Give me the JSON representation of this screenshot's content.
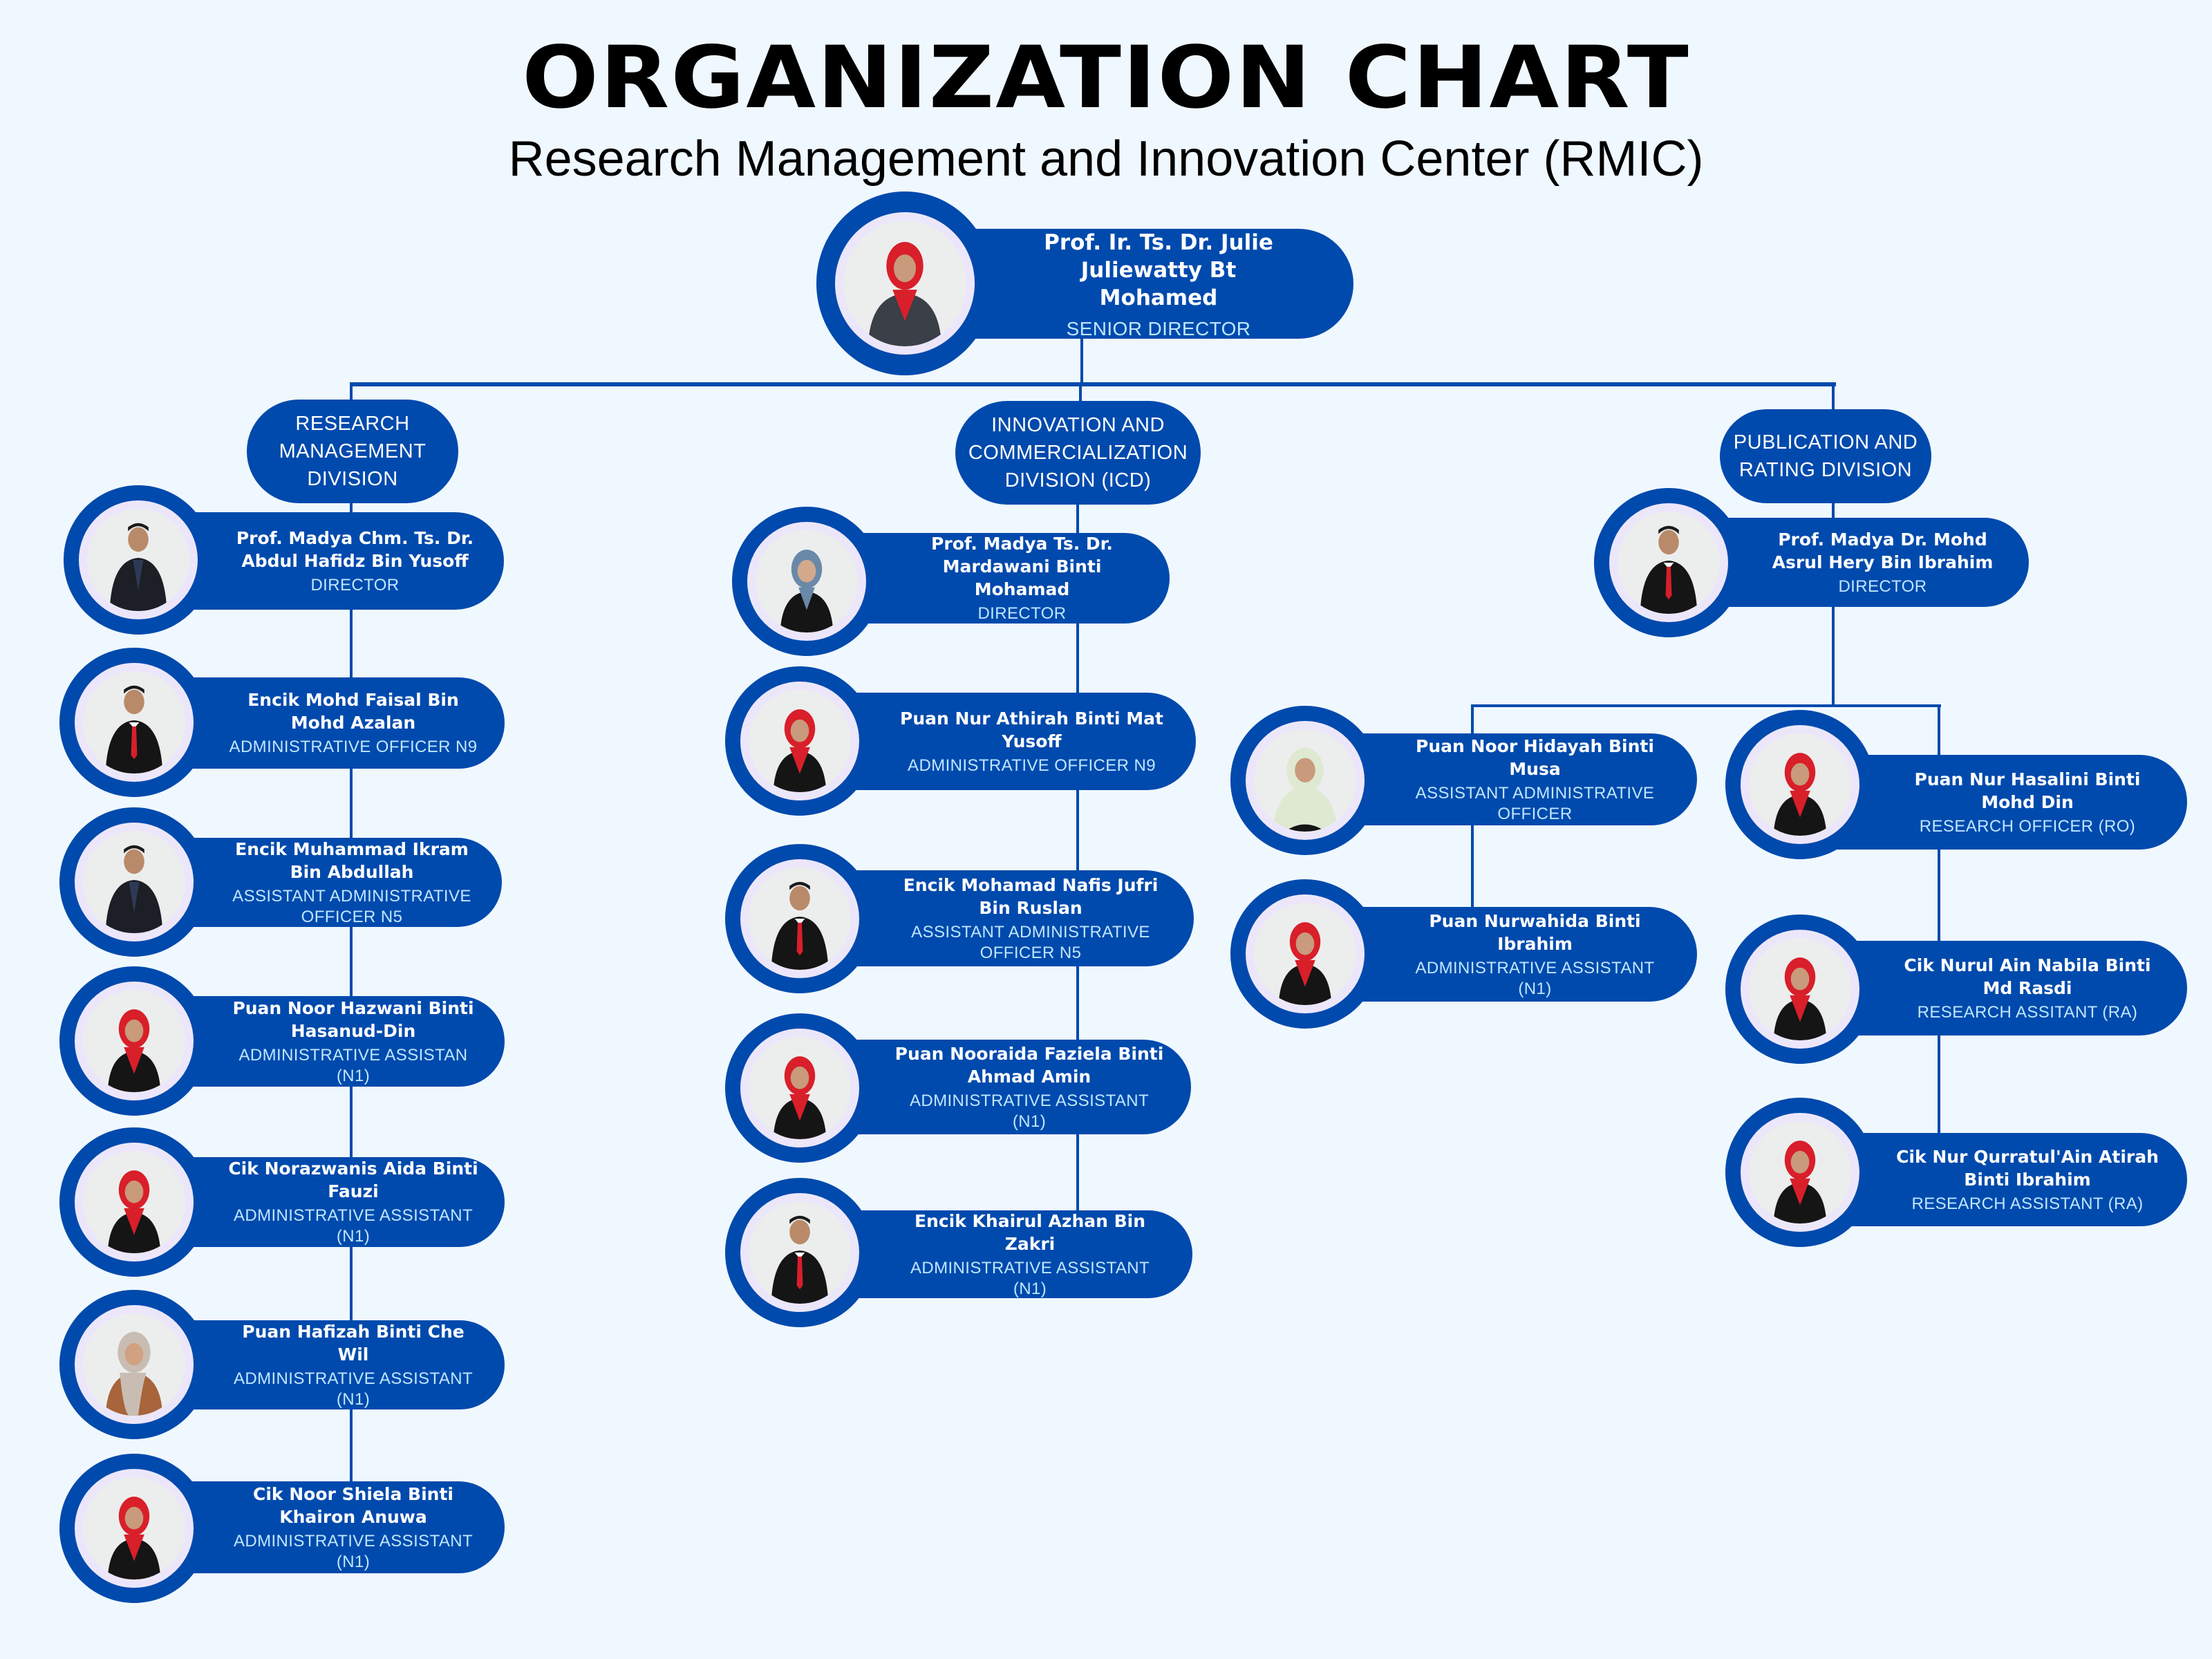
{
  "header": {
    "title": "ORGANIZATION CHART",
    "subtitle": "Research Management and Innovation Center (RMIC)"
  },
  "colors": {
    "background": "#f0f8ff",
    "primary_blue": "#004aad",
    "photo_ring": "#ece6fb",
    "role_text": "#bfe6ff",
    "name_text": "#ffffff"
  },
  "senior_director": {
    "name": "Prof. Ir. Ts. Dr. Julie Juliewatty Bt Mohamed",
    "role": "SENIOR DIRECTOR",
    "photo": "portrait-red-hijab"
  },
  "divisions": [
    {
      "label": "RESEARCH\nMANAGEMENT\nDIVISION",
      "members": [
        {
          "name": "Prof. Madya Chm. Ts. Dr. Abdul Hafidz Bin Yusoff",
          "role": "DIRECTOR",
          "photo": "portrait-man"
        },
        {
          "name": "Encik Mohd Faisal Bin Mohd Azalan",
          "role": "ADMINISTRATIVE OFFICER N9",
          "photo": "portrait-man-red-tie"
        },
        {
          "name": "Encik Muhammad Ikram Bin Abdullah",
          "role": "ASSISTANT ADMINISTRATIVE OFFICER N5",
          "photo": "portrait-man"
        },
        {
          "name": "Puan Noor Hazwani Binti Hasanud-Din",
          "role": "ADMINISTRATIVE ASSISTAN (N1)",
          "photo": "portrait-red-hijab"
        },
        {
          "name": "Cik Norazwanis Aida Binti Fauzi",
          "role": "ADMINISTRATIVE ASSISTANT (N1)",
          "photo": "portrait-red-hijab"
        },
        {
          "name": "Puan Hafizah Binti Che Wil",
          "role": "ADMINISTRATIVE ASSISTANT (N1)",
          "photo": "portrait-beige-hijab"
        },
        {
          "name": "Cik Noor Shiela Binti Khairon Anuwa",
          "role": "ADMINISTRATIVE ASSISTANT (N1)",
          "photo": "portrait-red-hijab"
        }
      ]
    },
    {
      "label": "INNOVATION AND\nCOMMERCIALIZATION\nDIVISION (ICD)",
      "members": [
        {
          "name": "Prof. Madya Ts. Dr. Mardawani Binti Mohamad",
          "role": "DIRECTOR",
          "photo": "portrait-blue-hijab"
        },
        {
          "name": "Puan Nur Athirah Binti Mat Yusoff",
          "role": "ADMINISTRATIVE OFFICER N9",
          "photo": "portrait-red-hijab"
        },
        {
          "name": "Encik Mohamad Nafis Jufri Bin Ruslan",
          "role": "ASSISTANT ADMINISTRATIVE OFFICER N5",
          "photo": "portrait-man-red-tie"
        },
        {
          "name": "Puan Nooraida Faziela Binti Ahmad Amin",
          "role": "ADMINISTRATIVE ASSISTANT (N1)",
          "photo": "portrait-red-hijab"
        },
        {
          "name": "Encik Khairul Azhan Bin Zakri",
          "role": "ADMINISTRATIVE ASSISTANT (N1)",
          "photo": "portrait-man-red-tie"
        }
      ]
    },
    {
      "label": "PUBLICATION AND\nRATING DIVISION",
      "members": [
        {
          "name": "Prof. Madya Dr. Mohd Asrul Hery Bin Ibrahim",
          "role": "DIRECTOR",
          "photo": "portrait-man-red-tie"
        },
        {
          "name": "Puan Noor Hidayah Binti Musa",
          "role": "ASSISTANT ADMINISTRATIVE OFFICER",
          "photo": "portrait-green-hijab"
        },
        {
          "name": "Puan Nurwahida Binti Ibrahim",
          "role": "ADMINISTRATIVE ASSISTANT (N1)",
          "photo": "portrait-red-hijab"
        },
        {
          "name": "Puan Nur Hasalini Binti Mohd Din",
          "role": "RESEARCH OFFICER (RO)",
          "photo": "portrait-red-hijab"
        },
        {
          "name": "Cik Nurul Ain Nabila Binti Md Rasdi",
          "role": "RESEARCH ASSITANT (RA)",
          "photo": "portrait-red-hijab"
        },
        {
          "name": "Cik Nur Qurratul'Ain Atirah Binti Ibrahim",
          "role": "RESEARCH ASSISTANT (RA)",
          "photo": "portrait-red-hijab"
        }
      ]
    }
  ]
}
